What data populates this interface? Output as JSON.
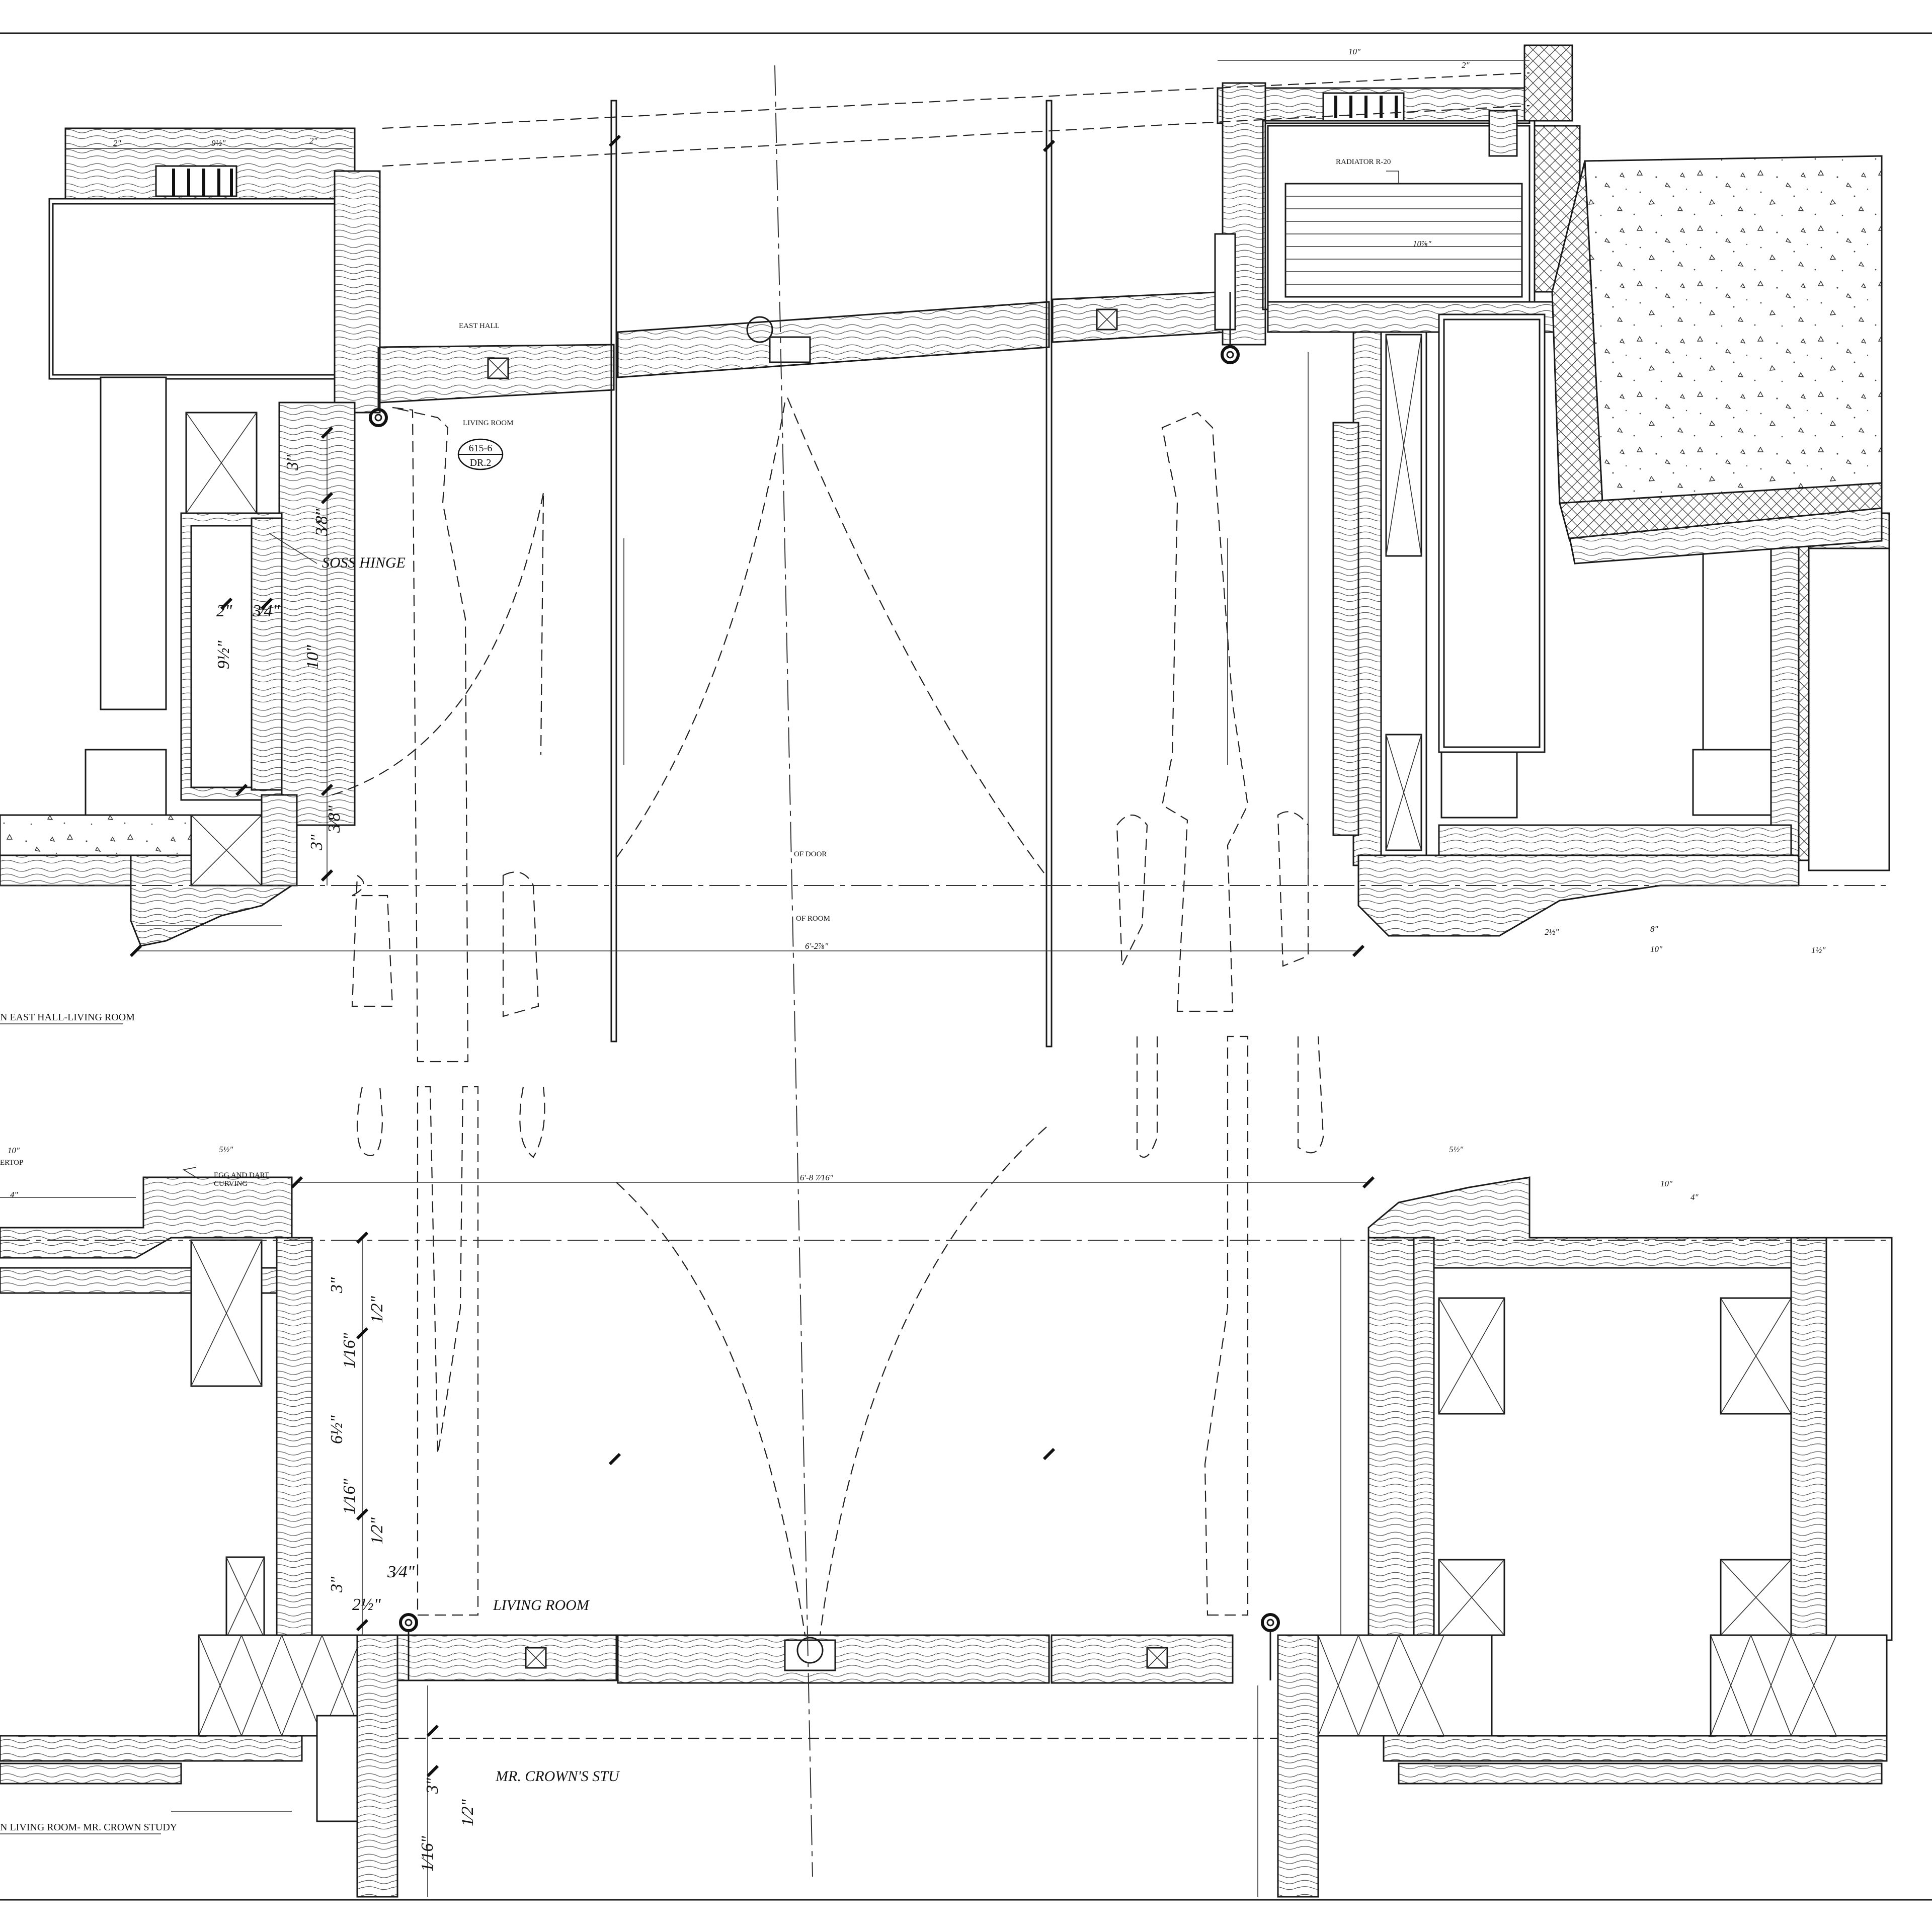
{
  "labels": {
    "east_hall": "EAST HALL",
    "living_room_small": "LIVING ROOM",
    "soss_hinge": "SOSS HINGE",
    "radiator": "RADIATOR R-20",
    "of_door": "OF DOOR",
    "of_room": "OF ROOM",
    "egg_dart_1": "EGG AND DART",
    "egg_dart_2": "CURVING",
    "countertop": "ERTOP",
    "living_room_large": "LIVING ROOM",
    "mr_crowns_study": "MR. CROWN'S STU",
    "section_top_title": "N EAST HALL-LIVING ROOM",
    "section_bottom_title": "N LIVING ROOM- MR. CROWN STUDY"
  },
  "detail_tag": {
    "number": "615-6",
    "sheet": "DR.2"
  },
  "dimensions": {
    "top_2a": "2\"",
    "top_9_5": "9½\"",
    "top_2b": "2\"",
    "top_10": "10\"",
    "top_right_2": "2\"",
    "left_3": "3\"",
    "left_3_8": "3⁄8\"",
    "left_2": "2\"",
    "left_3_4": "3⁄4\"",
    "left_9_5": "9½\"",
    "left_10": "10\"",
    "left_3_8b": "3⁄8\"",
    "left_3b": "3\"",
    "mid_width_top": "6'-2⅞\"",
    "mid_width_bottom": "6'-8 7⁄16\"",
    "bot_10": "10\"",
    "bot_4": "4\"",
    "bot_5_5": "5½\"",
    "bot_3": "3\"",
    "bot_1_2": "1⁄2\"",
    "bot_1_16": "1⁄16\"",
    "bot_6_5": "6½\"",
    "bot_1_16b": "1⁄16\"",
    "bot_1_2b": "1⁄2\"",
    "bot_3b": "3\"",
    "bot_3_4": "3⁄4\"",
    "bot_2_5": "2½\"",
    "bot_right_10": "10\"",
    "bot_right_4": "4\"",
    "bot_right_5_5": "5½\"",
    "bot_low_3": "3\"",
    "bot_low_1_2": "1⁄2\"",
    "bot_low_1_16": "1⁄16\"",
    "right_10": "10\"",
    "right_8": "8\"",
    "right_2_5": "2½\"",
    "right_1_5": "1½\"",
    "radiator_dim": "10⅞\""
  }
}
